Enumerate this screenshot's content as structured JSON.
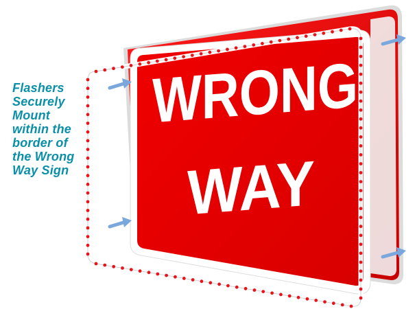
{
  "sign": {
    "line1": "WRONG",
    "line2": "WAY"
  },
  "caption": {
    "lines": [
      "Flashers",
      "Securely",
      "Mount",
      "within the",
      "border of",
      "the Wrong",
      "Way Sign"
    ]
  },
  "colors": {
    "sign_red": "#e60000",
    "sign_text": "#ffffff",
    "frame": "#ffffff",
    "led_red": "#e8141c",
    "arrow": "#7aa8dc",
    "caption": "#0a8fa8"
  }
}
